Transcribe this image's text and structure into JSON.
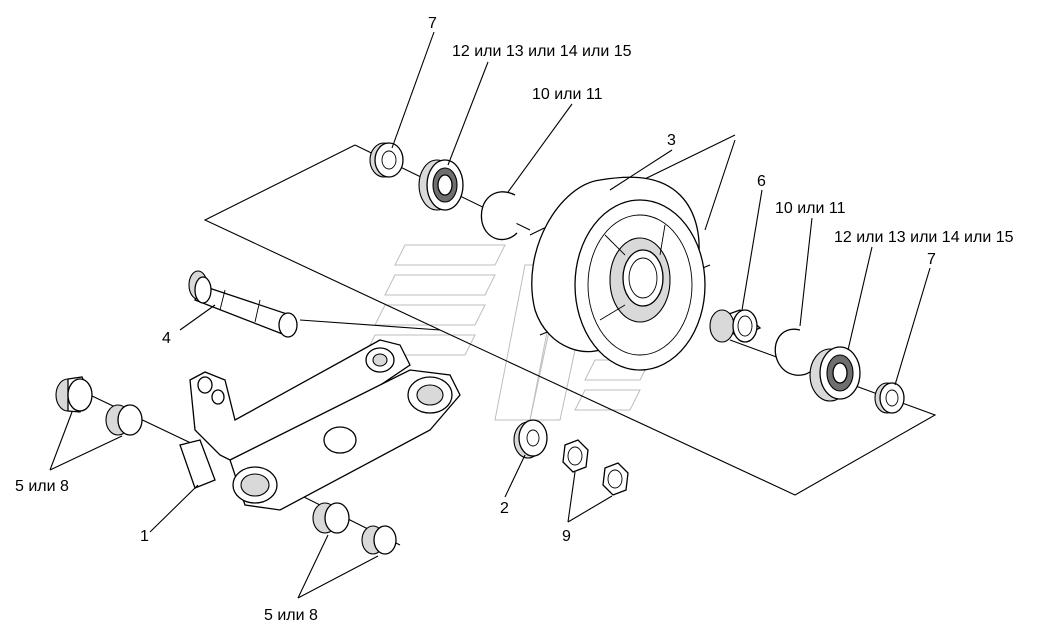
{
  "labels": {
    "l1": "1",
    "l2": "2",
    "l3": "3",
    "l4": "4",
    "l5a": "5 или 8",
    "l5b": "5 или 8",
    "l6": "6",
    "l7a": "7",
    "l7b": "7",
    "l9": "9",
    "l10a": "10 или 11",
    "l10b": "10 или 11",
    "l12a": "12 или 13 или 14 или 15",
    "l12b": "12 или 13 или 14 или 15"
  }
}
